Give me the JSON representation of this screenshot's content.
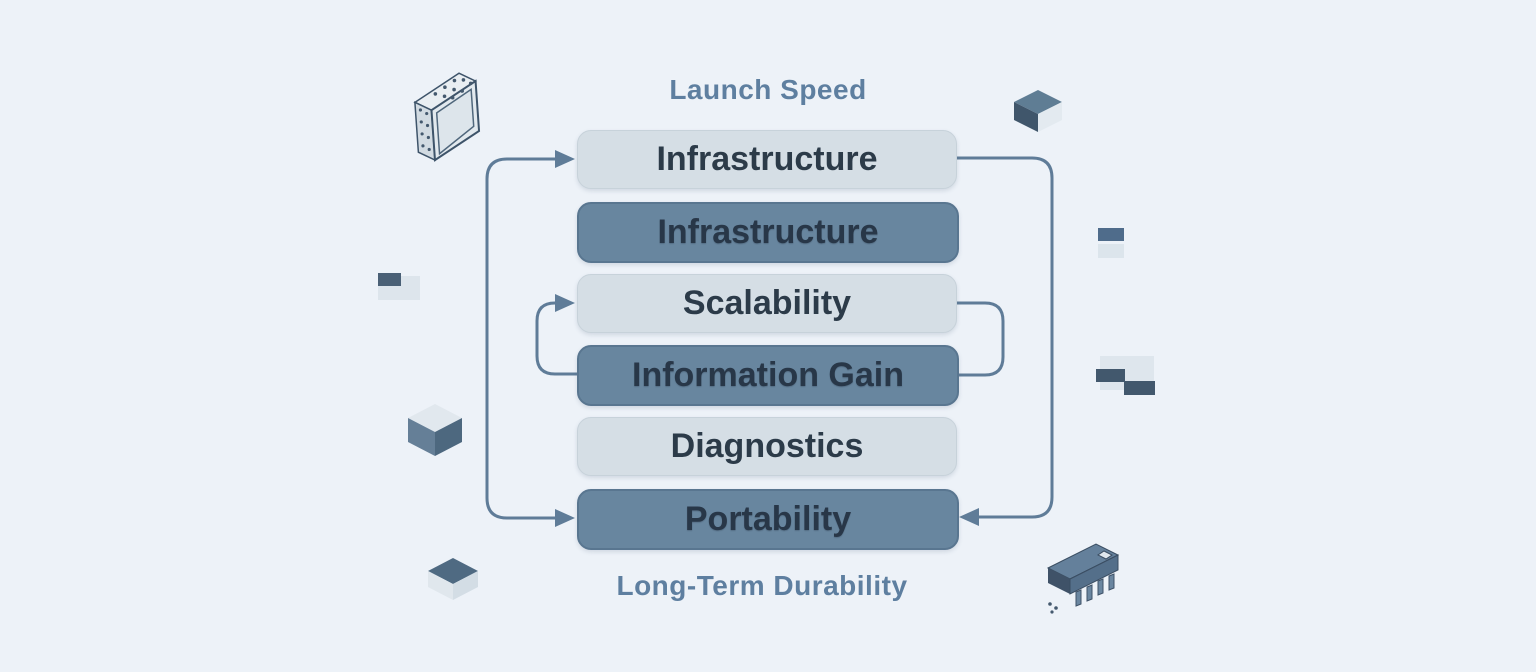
{
  "labels": {
    "top": "Launch Speed",
    "bottom": "Long-Term Durability"
  },
  "stack": {
    "items": [
      {
        "label": "Infrastructure",
        "variant": "light"
      },
      {
        "label": "Infrastructure",
        "variant": "dark"
      },
      {
        "label": "Scalability",
        "variant": "light"
      },
      {
        "label": "Information Gain",
        "variant": "dark"
      },
      {
        "label": "Diagnostics",
        "variant": "light"
      },
      {
        "label": "Portability",
        "variant": "dark"
      }
    ]
  },
  "connectors": [
    {
      "from": "left-outer-loop",
      "to": "Infrastructure (top) and Portability",
      "arrowheads": [
        "into Infrastructure",
        "into Portability"
      ]
    },
    {
      "from": "Information Gain",
      "to": "Scalability",
      "side": "left",
      "arrowheads": [
        "into Scalability"
      ]
    },
    {
      "from": "Infrastructure (top)",
      "to": "Portability",
      "side": "right",
      "arrowheads": [
        "into Portability"
      ]
    },
    {
      "from": "Scalability",
      "to": "Information Gain",
      "side": "right",
      "arrowheads": []
    }
  ],
  "icons": [
    "server-module-icon",
    "cube-dark-icon",
    "card-chip-left-icon",
    "cube-light-icon",
    "slab-icon",
    "card-stack-icon",
    "card-two-chips-icon",
    "microchip-icon"
  ],
  "colors": {
    "background": "#edf2f8",
    "node_light": "#d5dee5",
    "node_dark": "#68869f",
    "node_text": "#2c3b49",
    "label_text": "#5e7fa0",
    "connector": "#5f7c98"
  }
}
